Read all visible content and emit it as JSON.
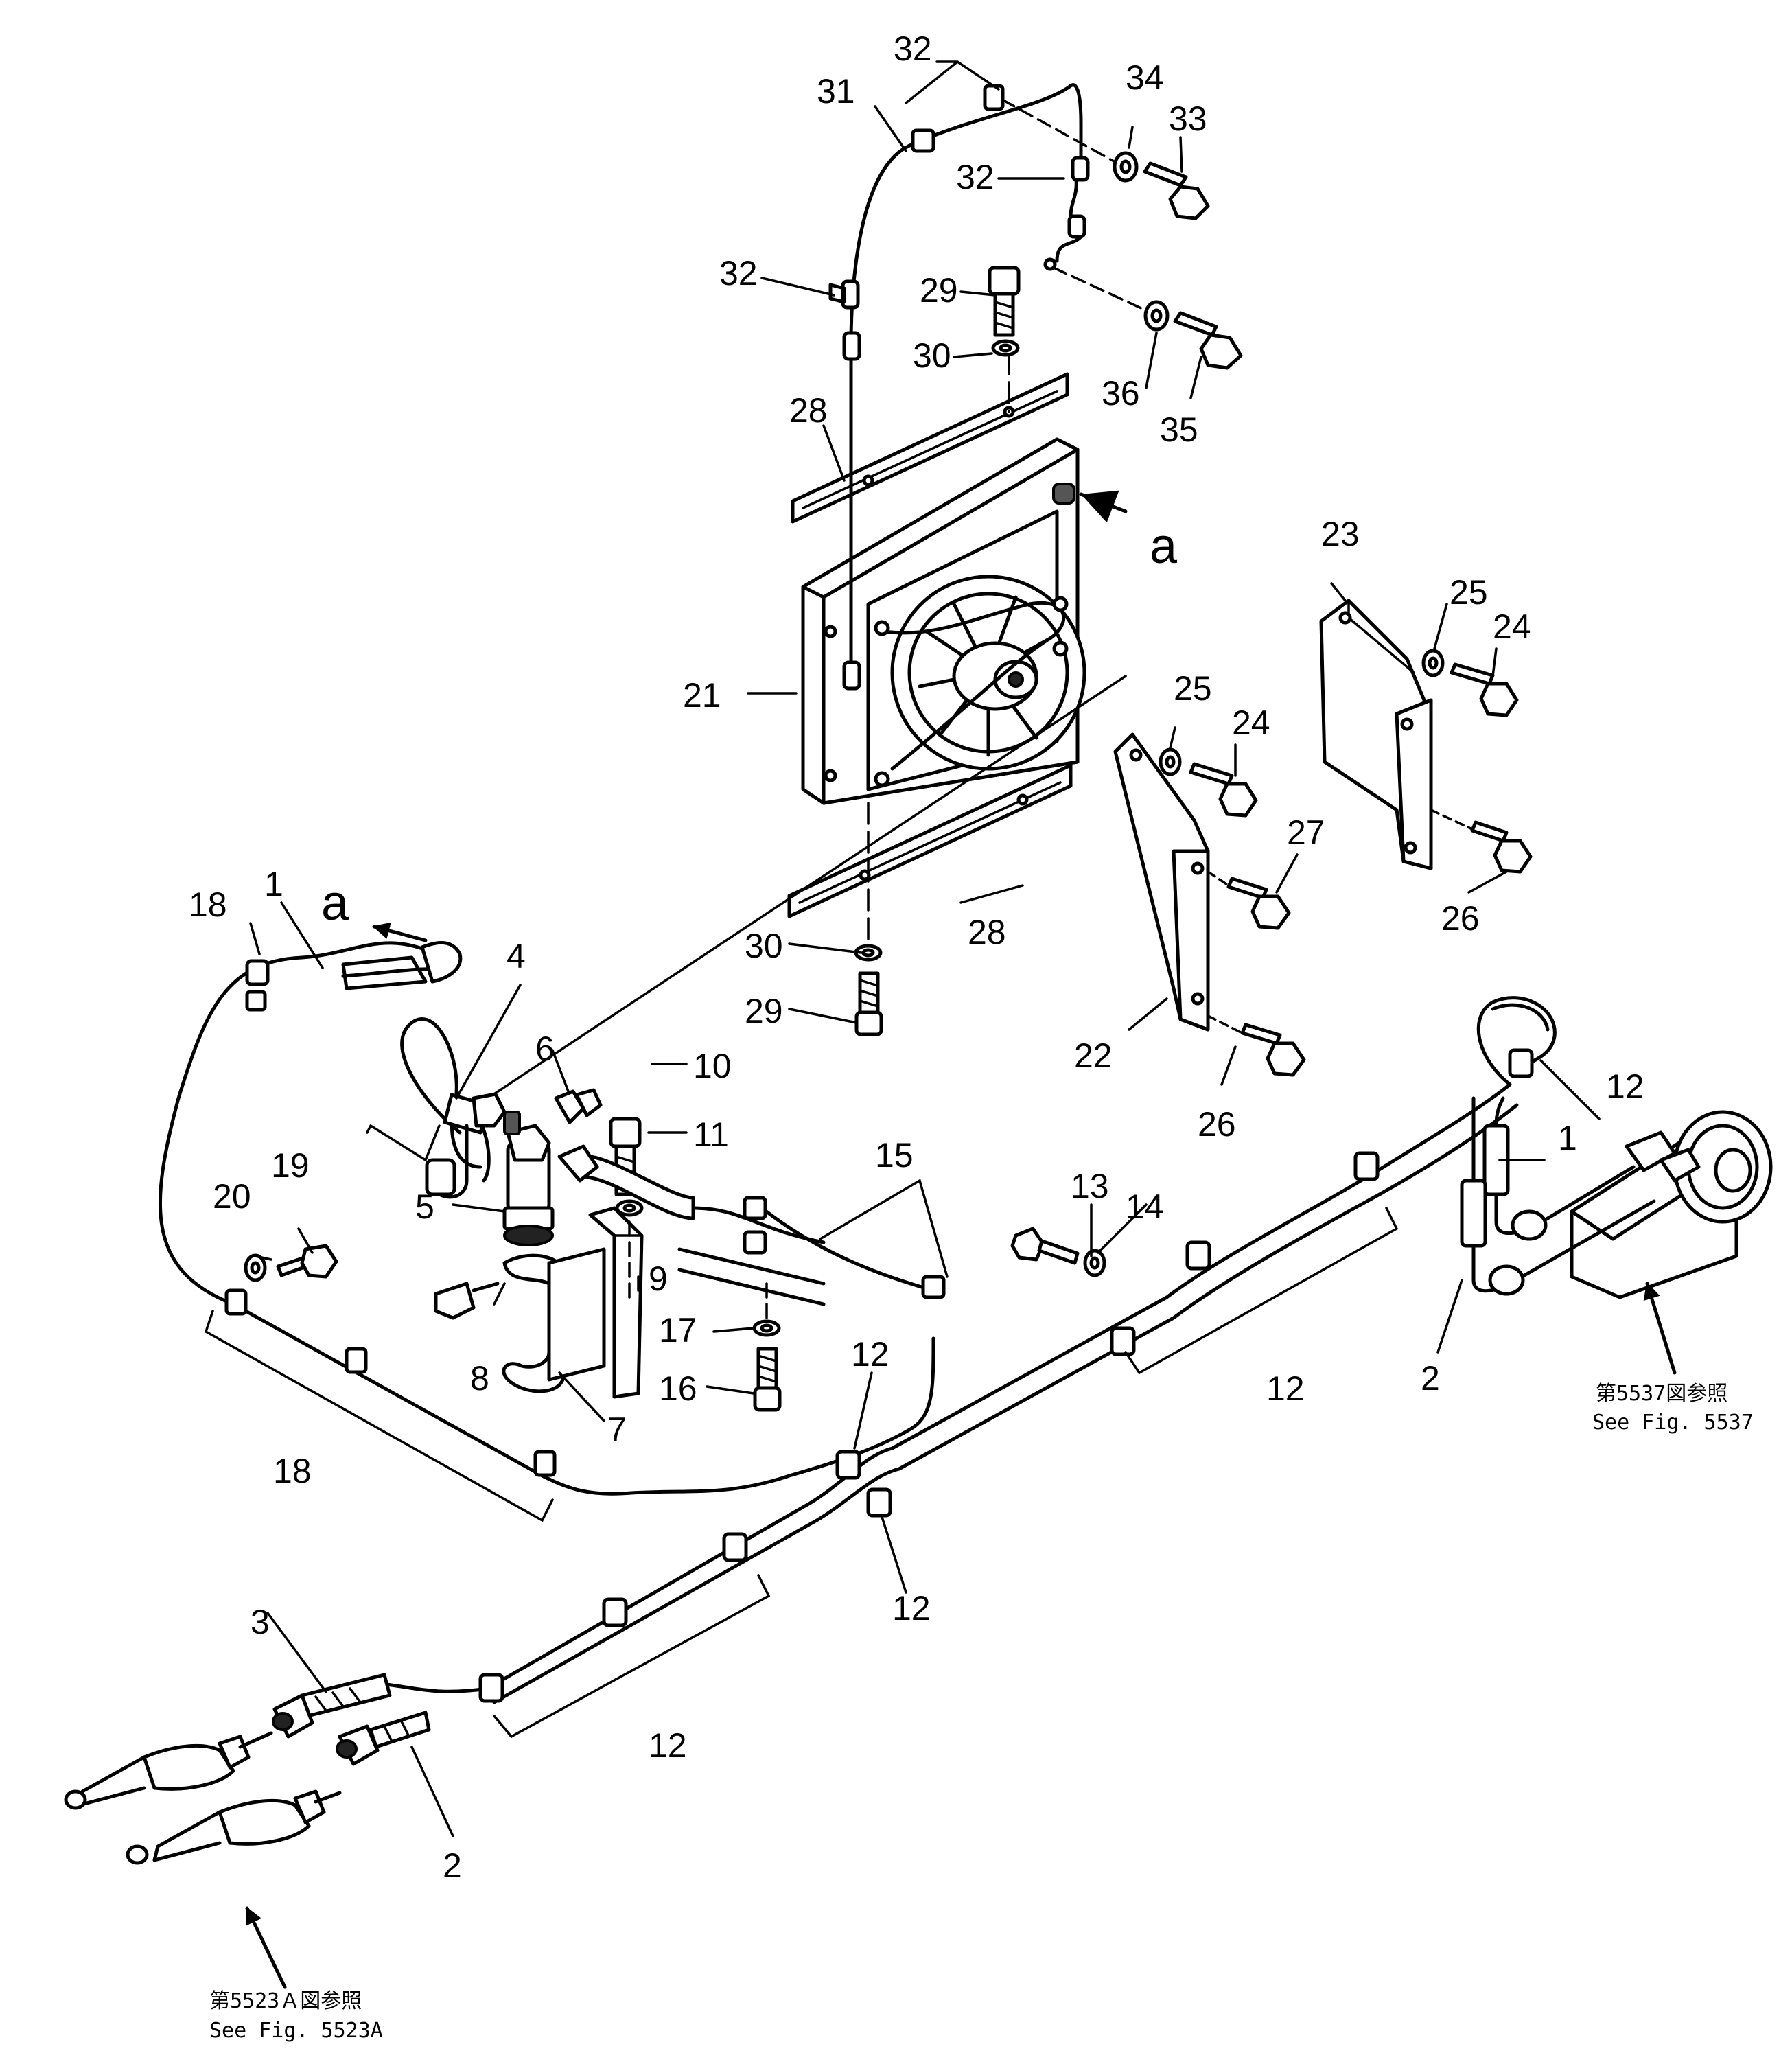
{
  "callouts": [
    "1",
    "2",
    "3",
    "4",
    "5",
    "6",
    "7",
    "8",
    "9",
    "10",
    "11",
    "12",
    "13",
    "14",
    "15",
    "16",
    "17",
    "18",
    "19",
    "20",
    "21",
    "22",
    "23",
    "24",
    "25",
    "26",
    "27",
    "28",
    "29",
    "30",
    "31",
    "32",
    "33",
    "34",
    "35",
    "36"
  ],
  "view_marker": "a",
  "references": {
    "right_jp": "第5537図参照",
    "right_en": "See  Fig.  5537",
    "left_jp": "第5523Ａ図参照",
    "left_en": "See  Fig.  5523A"
  }
}
